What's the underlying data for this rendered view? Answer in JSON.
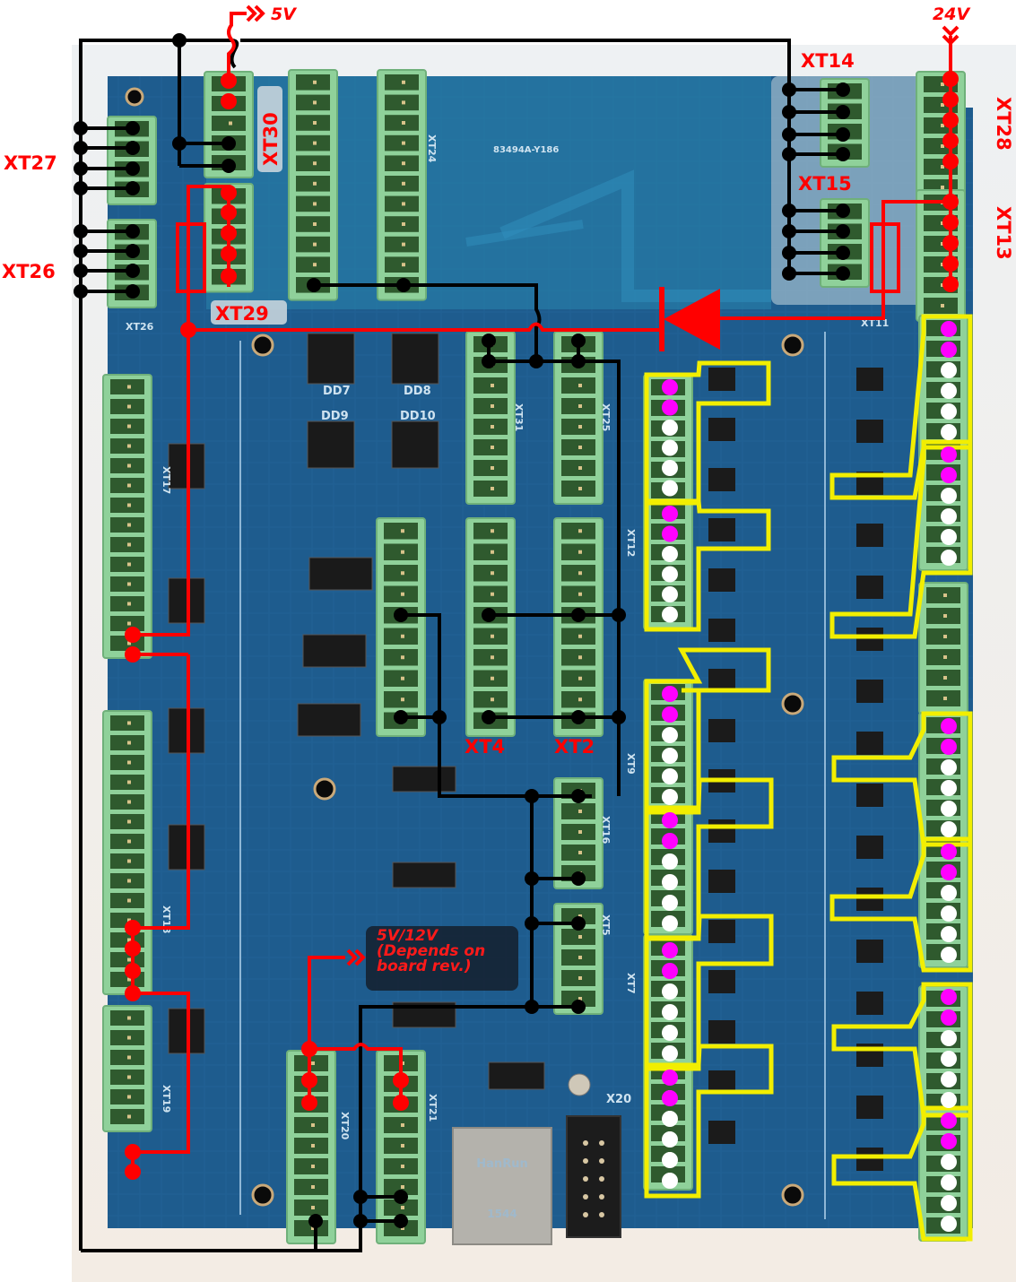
{
  "title": "Controller board wiring diagram",
  "colors": {
    "board": "#1d5b8c",
    "board_top": "#2a7ea8",
    "connector": "#8fd19a",
    "connector_dark": "#2f5a2e",
    "wire_power": "#ff0000",
    "wire_ground": "#000000",
    "highlight": "#f2ee00",
    "pin_magenta": "#ff00ff",
    "pin_white": "#ffffff"
  },
  "voltage_labels": {
    "v5": "5V",
    "v24": "24V",
    "v5_12": "5V/12V\n(Depends on\nboard rev.)"
  },
  "connector_labels": {
    "xt27": "XT27",
    "xt26": "XT26",
    "xt30": "XT30",
    "xt29": "XT29",
    "xt14": "XT14",
    "xt15": "XT15",
    "xt28": "XT28",
    "xt13": "XT13",
    "xt4": "XT4",
    "xt2": "XT2"
  },
  "silkscreen": {
    "board_id": "83494A-Y186",
    "dd7": "DD7",
    "dd8": "DD8",
    "dd9": "DD9",
    "dd10": "DD10",
    "xt17": "XT17",
    "xt18": "XT18",
    "xt19": "XT19",
    "xt20": "XT20",
    "xt21": "XT21",
    "xt31": "XT31",
    "xt25": "XT25",
    "xt24": "XT24",
    "xt12": "XT12",
    "xt9": "XT9",
    "xt7": "XT7",
    "xt16": "XT16",
    "xt5": "XT5",
    "xt11": "XT11",
    "xt26_silk": "XT26",
    "x20": "X20",
    "jack_brand": "HanRun",
    "jack_code": "1544"
  }
}
